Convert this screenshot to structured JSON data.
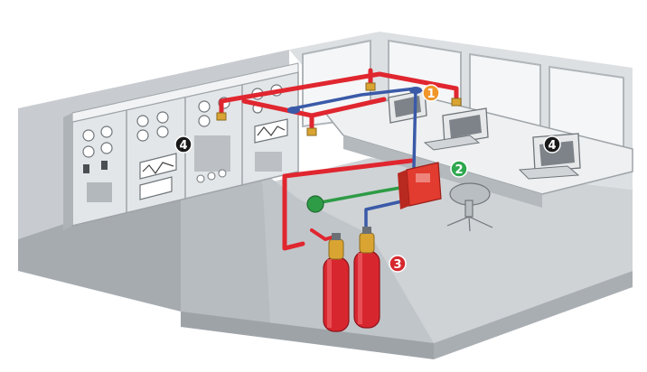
{
  "colors": {
    "wall_light": "#d9dde0",
    "wall_mid": "#bfc4c8",
    "wall_dark": "#9da3a8",
    "floor": "#c9cdd1",
    "cabinet_front": "#e6e8ea",
    "cabinet_side": "#aeb3b8",
    "pipe_red": "#e0262f",
    "pipe_blue": "#3a5aa8",
    "pipe_green": "#2e9b46",
    "cylinder": "#d8262f",
    "valve_gold": "#d9a431",
    "badge_orange": "#f0962a",
    "badge_green": "#2fa84f",
    "badge_red": "#d6282f",
    "badge_black": "#1a1a1a"
  },
  "callouts": [
    {
      "label": "1",
      "color_key": "badge_orange",
      "meaning": "detector"
    },
    {
      "label": "2",
      "color_key": "badge_green",
      "meaning": "control-panel"
    },
    {
      "label": "3",
      "color_key": "badge_red",
      "meaning": "agent-cylinders"
    },
    {
      "label": "4",
      "color_key": "badge_black",
      "meaning": "protected-equipment-cabinet"
    },
    {
      "label": "4",
      "color_key": "badge_black",
      "meaning": "protected-equipment-workstation"
    }
  ]
}
